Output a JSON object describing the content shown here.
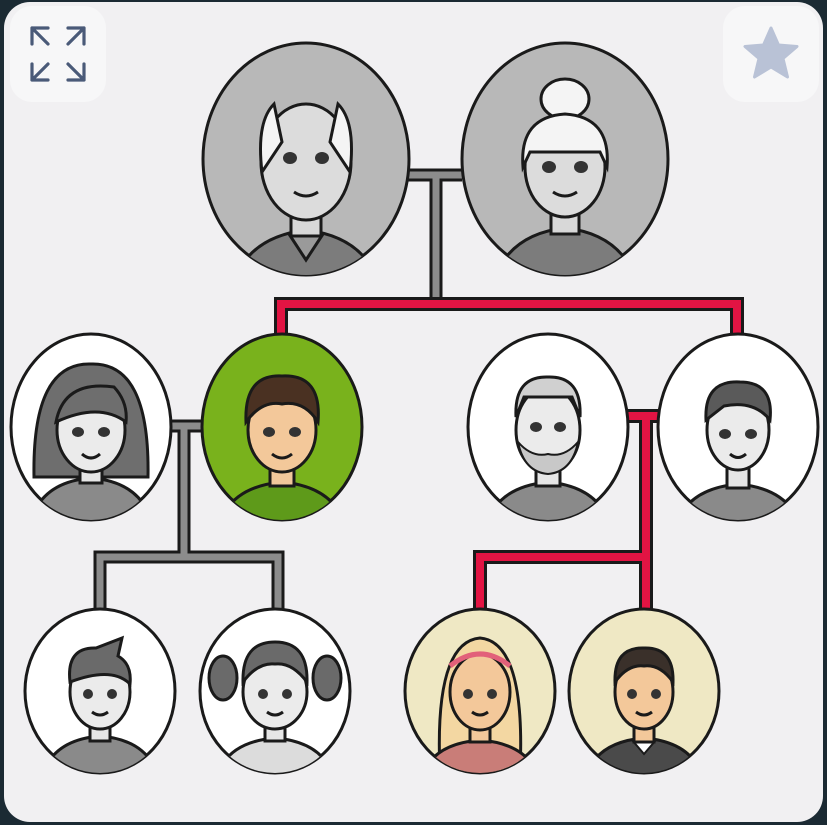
{
  "colors": {
    "background": "#f1f0f2",
    "link_gray": "#8c8c8c",
    "link_red": "#e21443",
    "grandparent_fill": "#b8b8b8",
    "selected_fill": "#79b21c",
    "highlight_fill": "#efe8c4",
    "plain_fill": "#ffffff"
  },
  "toolbar": {
    "fullscreen_icon": "expand-arrows-icon",
    "favorite_icon": "star-icon"
  },
  "family": {
    "grandfather": {
      "role": "grandfather",
      "state": "grandparent"
    },
    "grandmother": {
      "role": "grandmother",
      "state": "grandparent"
    },
    "aunt": {
      "role": "aunt",
      "state": "plain"
    },
    "father": {
      "role": "father",
      "state": "selected"
    },
    "uncle": {
      "role": "uncle",
      "state": "plain"
    },
    "mother": {
      "role": "mother",
      "state": "plain"
    },
    "cousin_boy": {
      "role": "cousin-boy",
      "state": "plain"
    },
    "cousin_girl": {
      "role": "cousin-girl",
      "state": "plain"
    },
    "daughter": {
      "role": "daughter",
      "state": "highlight"
    },
    "son": {
      "role": "son",
      "state": "highlight"
    }
  }
}
